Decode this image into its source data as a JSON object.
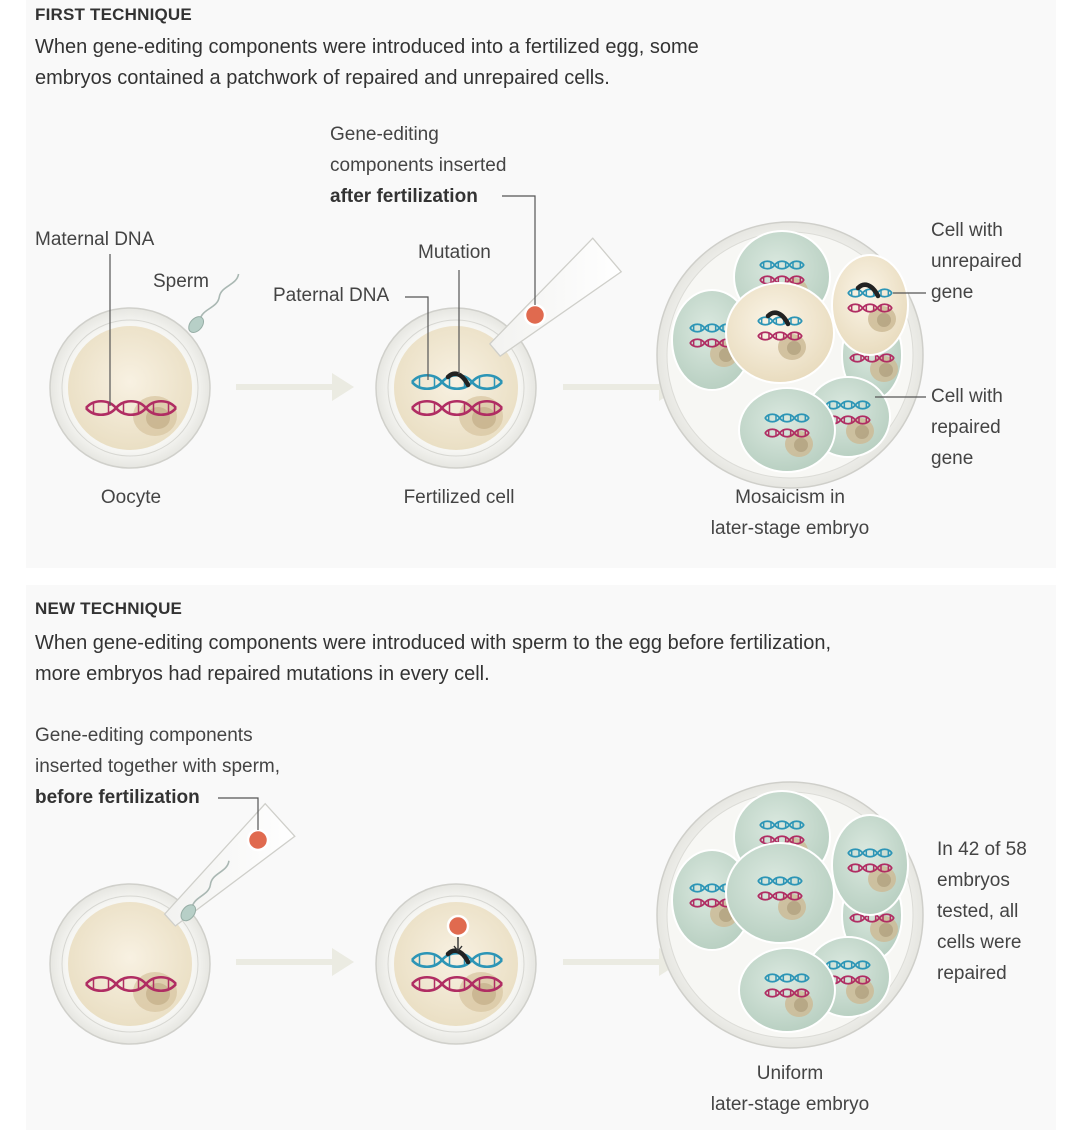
{
  "first": {
    "header": "FIRST TECHNIQUE",
    "description": [
      "When gene-editing components were introduced into a fertilized egg, some",
      "embryos contained a patchwork of repaired and unrepaired cells."
    ],
    "labels": {
      "components_1": "Gene-editing",
      "components_2": "components inserted",
      "components_3": "after fertilization",
      "maternal_dna": "Maternal DNA",
      "sperm": "Sperm",
      "paternal_dna": "Paternal DNA",
      "mutation": "Mutation",
      "oocyte": "Oocyte",
      "fertilized_cell": "Fertilized cell",
      "mosaic_1": "Mosaicism in",
      "mosaic_2": "later-stage embryo",
      "unrepaired_1": "Cell with",
      "unrepaired_2": "unrepaired",
      "unrepaired_3": "gene",
      "repaired_1": "Cell with",
      "repaired_2": "repaired",
      "repaired_3": "gene"
    }
  },
  "second": {
    "header": "NEW TECHNIQUE",
    "description": [
      "When gene-editing components were introduced with sperm to the egg before fertilization,",
      "more embryos had repaired mutations in every cell."
    ],
    "labels": {
      "components_1": "Gene-editing components",
      "components_2": "inserted together with sperm,",
      "components_3": "before fertilization",
      "uniform_1": "Uniform",
      "uniform_2": "later-stage embryo",
      "result_1": "In 42 of 58",
      "result_2": "embryos",
      "result_3": "tested, all",
      "result_4": "cells were",
      "result_5": "repaired"
    }
  },
  "colors": {
    "panel_bg": "#f9f9f9",
    "egg_fill": "#f3ead6",
    "zona": "#f0f0ec",
    "nucleus": "#d8c6a2",
    "repaired_cell": "#cfe0d6",
    "unrepaired_cell": "#f3ead6",
    "dna_blue": "#2c95b6",
    "dna_magenta": "#b02d63",
    "mutation": "#222222",
    "reagent": "#e06a4f",
    "arrow": "#ebebe2",
    "leader": "#555555"
  }
}
